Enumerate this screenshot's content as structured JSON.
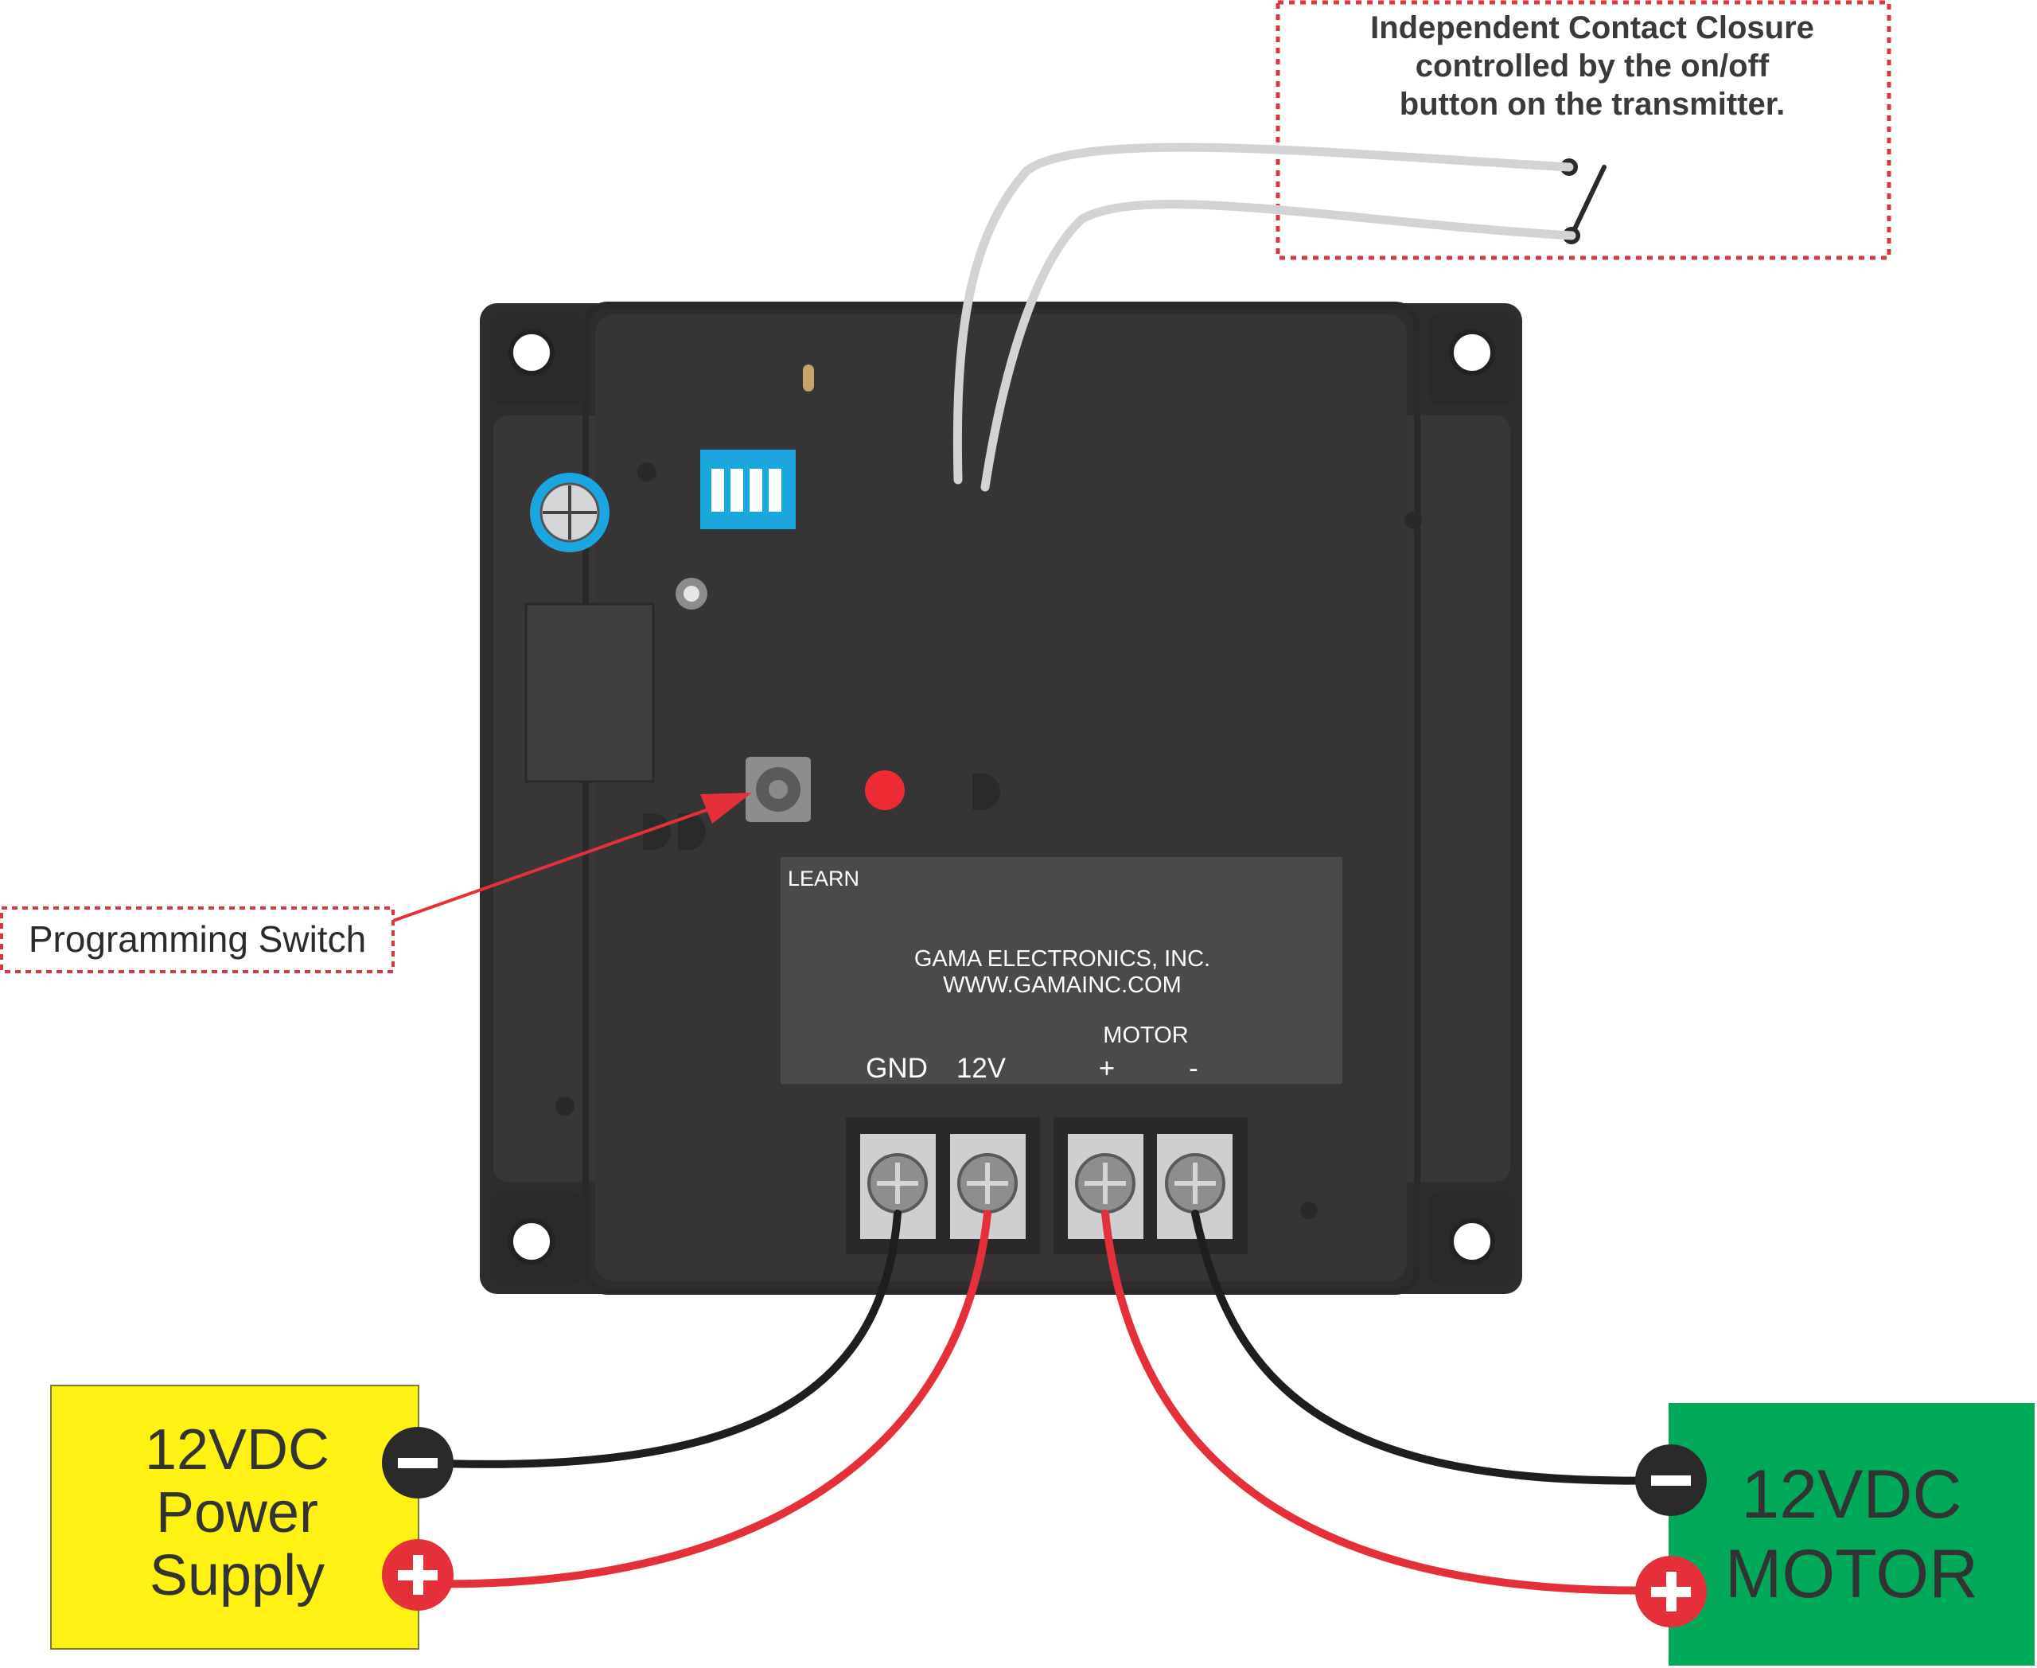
{
  "callouts": {
    "contact_closure": [
      "Independent Contact Closure",
      "controlled by the on/off",
      "button on the transmitter."
    ],
    "programming_switch": "Programming Switch"
  },
  "board": {
    "learn_label": "LEARN",
    "maker_line1": "GAMA ELECTRONICS, INC.",
    "maker_line2": "WWW.GAMAINC.COM",
    "motor_label": "MOTOR",
    "terminals": [
      "GND",
      "12V",
      "+",
      "-"
    ]
  },
  "power_supply": {
    "lines": [
      "12VDC",
      "Power",
      "Supply"
    ],
    "negative_symbol": "minus-icon",
    "positive_symbol": "plus-icon"
  },
  "motor": {
    "lines": [
      "12VDC",
      "MOTOR"
    ],
    "negative_symbol": "minus-icon",
    "positive_symbol": "plus-icon"
  },
  "colors": {
    "board": "#363435",
    "board_edge": "#2a2829",
    "label_plate": "#4a4a4c",
    "wire_black": "#1e1e1e",
    "wire_red": "#e5303a",
    "wire_gray": "#d2d3d5",
    "callout_border": "#d9363e",
    "power_supply": "#fff212",
    "motor": "#00aa59",
    "dip_switch": "#1ba6e0",
    "led": "#ee2a33"
  }
}
